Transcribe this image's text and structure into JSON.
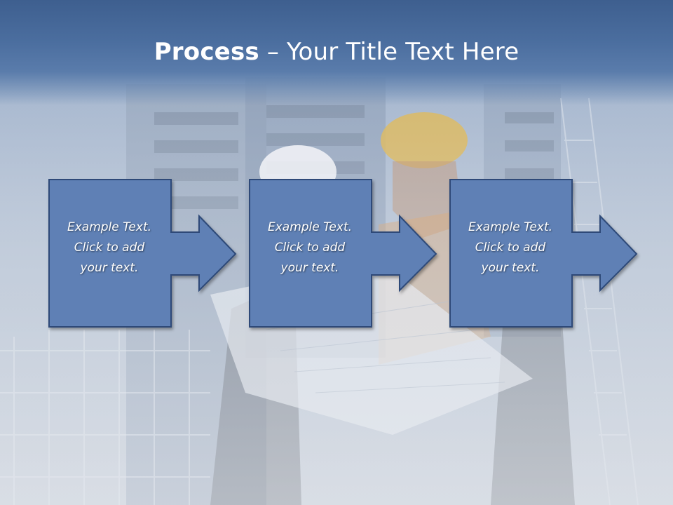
{
  "title": {
    "bold": "Process",
    "rest": " – Your Title Text Here"
  },
  "steps": [
    {
      "line1": "Example Text.",
      "line2": "Click  to add",
      "line3": "your text."
    },
    {
      "line1": "Example Text.",
      "line2": "Click  to add",
      "line3": "your text."
    },
    {
      "line1": "Example Text.",
      "line2": "Click  to add",
      "line3": "your text."
    }
  ],
  "colors": {
    "title_band": "#4b6e9f",
    "step_fill": "#5f80b5",
    "step_border": "#2d4a78",
    "background": "#b9c3d1"
  },
  "background_image": "construction-workers-with-blueprints-photo"
}
